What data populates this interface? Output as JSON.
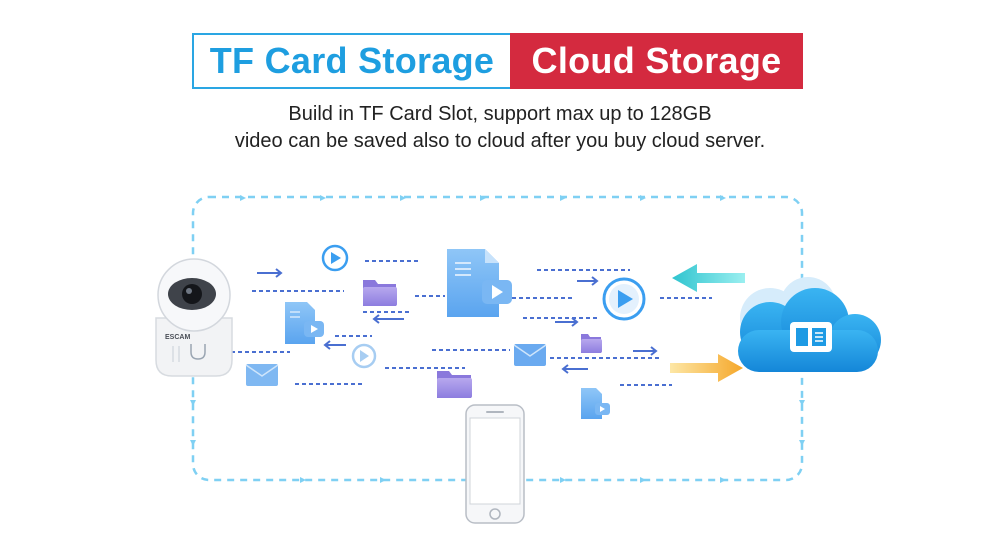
{
  "header": {
    "title_left": "TF Card Storage",
    "title_right": "Cloud Storage",
    "subtitle_line1": "Build in TF Card Slot, support max up to 128GB",
    "subtitle_line2": "video can be saved also to cloud after you buy cloud server."
  },
  "camera": {
    "brand": "ESCAM"
  },
  "colors": {
    "title_blue": "#1e9ee0",
    "title_red": "#d42a3f",
    "cloud_blue": "#1d9ae4",
    "dash_blue": "#4a6fd1",
    "arrow_cyan": "#45d2d6",
    "arrow_yellow": "#f6b63a"
  }
}
